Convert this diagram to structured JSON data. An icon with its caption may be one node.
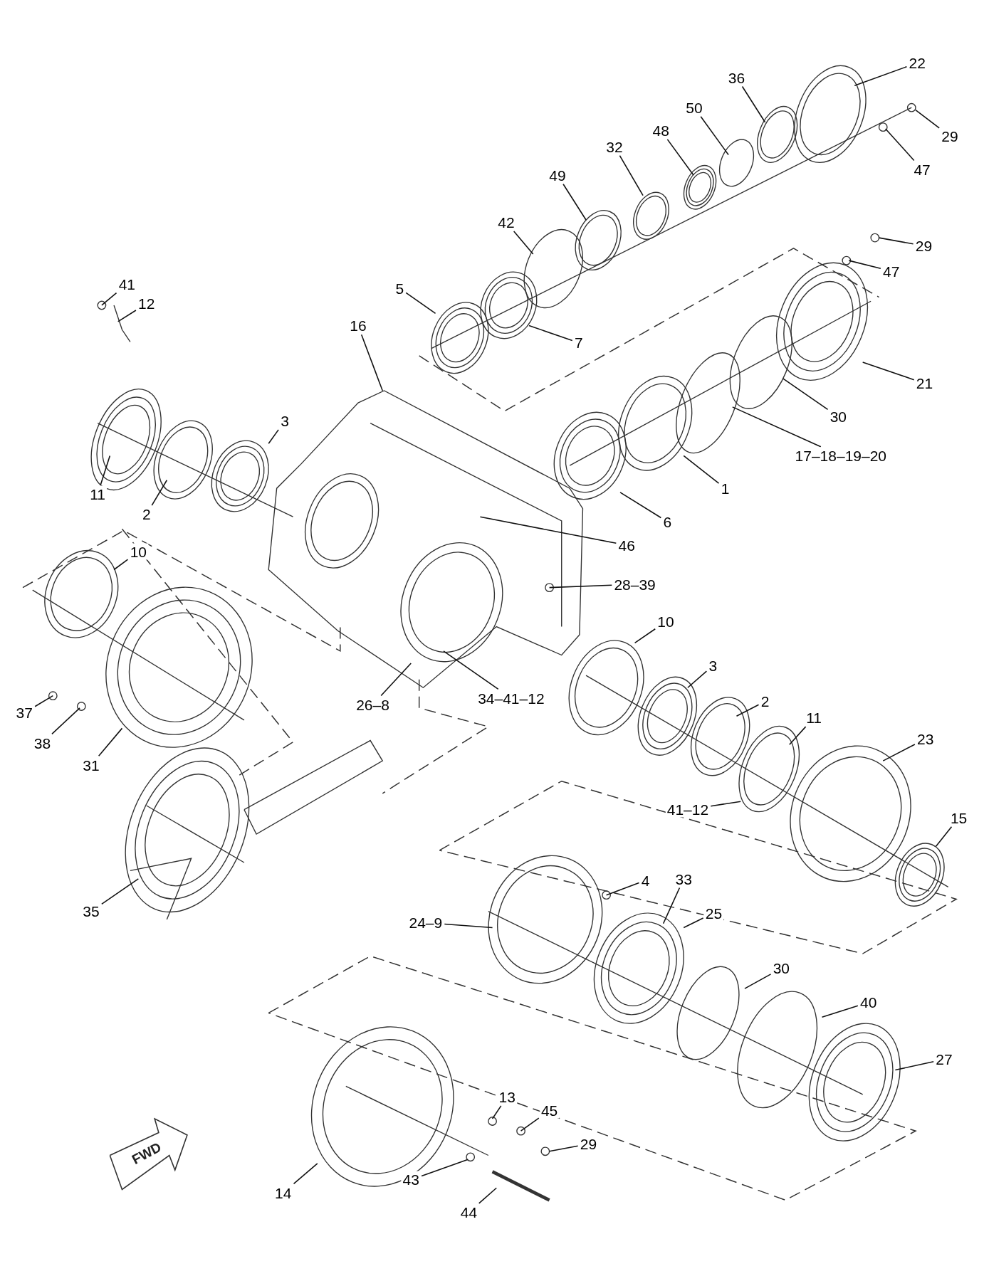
{
  "diagram": {
    "nodes": [
      {
        "text": [
          "22"
        ]
      },
      {
        "text": [
          "36"
        ]
      },
      {
        "text": [
          "50"
        ]
      },
      {
        "text": [
          "48"
        ]
      },
      {
        "text": [
          "32"
        ]
      },
      {
        "text": [
          "49"
        ]
      },
      {
        "text": [
          "29"
        ]
      },
      {
        "text": [
          "47"
        ]
      },
      {
        "text": [
          "42"
        ]
      },
      {
        "text": [
          "29"
        ]
      },
      {
        "text": [
          "47"
        ]
      },
      {
        "text": [
          "41"
        ]
      },
      {
        "text": [
          "12"
        ]
      },
      {
        "text": [
          "5"
        ]
      },
      {
        "text": [
          "16"
        ]
      },
      {
        "text": [
          "7"
        ]
      },
      {
        "text": [
          "21"
        ]
      },
      {
        "text": [
          "30"
        ]
      },
      {
        "text": [
          "3"
        ]
      },
      {
        "text": [
          "17–18–19–20"
        ]
      },
      {
        "text": [
          "11"
        ]
      },
      {
        "text": [
          "2"
        ]
      },
      {
        "text": [
          "1"
        ]
      },
      {
        "text": [
          "6"
        ]
      },
      {
        "text": [
          "46"
        ]
      },
      {
        "text": [
          "28–39"
        ]
      },
      {
        "text": [
          "10"
        ]
      },
      {
        "text": [
          "10"
        ]
      },
      {
        "text": [
          "3"
        ]
      },
      {
        "text": [
          "37"
        ]
      },
      {
        "text": [
          "26–8"
        ]
      },
      {
        "text": [
          "34–41–12"
        ]
      },
      {
        "text": [
          "2"
        ]
      },
      {
        "text": [
          "11"
        ]
      },
      {
        "text": [
          "23"
        ]
      },
      {
        "text": [
          "38"
        ]
      },
      {
        "text": [
          "31"
        ]
      },
      {
        "text": [
          "41–12"
        ]
      },
      {
        "text": [
          "15"
        ]
      },
      {
        "text": [
          "4"
        ]
      },
      {
        "text": [
          "33"
        ]
      },
      {
        "text": [
          "25"
        ]
      },
      {
        "text": [
          "35"
        ]
      },
      {
        "text": [
          "24–9"
        ]
      },
      {
        "text": [
          "30"
        ]
      },
      {
        "text": [
          "40"
        ]
      },
      {
        "text": [
          "27"
        ]
      },
      {
        "text": [
          "13"
        ]
      },
      {
        "text": [
          "45"
        ]
      },
      {
        "text": [
          "29"
        ]
      },
      {
        "text": [
          "43"
        ]
      },
      {
        "text": [
          "14"
        ]
      },
      {
        "text": [
          "44"
        ]
      }
    ],
    "edges": [
      {
        "from": 0,
        "to": null,
        "arrow": "none"
      },
      {
        "from": 1,
        "to": null,
        "arrow": "none"
      },
      {
        "from": 2,
        "to": null,
        "arrow": "none"
      },
      {
        "from": 3,
        "to": null,
        "arrow": "none"
      },
      {
        "from": 4,
        "to": null,
        "arrow": "none"
      },
      {
        "from": 5,
        "to": null,
        "arrow": "none"
      },
      {
        "from": 6,
        "to": null,
        "arrow": "none"
      },
      {
        "from": 7,
        "to": null,
        "arrow": "none"
      },
      {
        "from": 8,
        "to": null,
        "arrow": "none"
      },
      {
        "from": 9,
        "to": null,
        "arrow": "none"
      },
      {
        "from": 10,
        "to": null,
        "arrow": "none"
      },
      {
        "from": 11,
        "to": null,
        "arrow": "none"
      },
      {
        "from": 12,
        "to": null,
        "arrow": "none"
      },
      {
        "from": 13,
        "to": null,
        "arrow": "none"
      },
      {
        "from": 14,
        "to": null,
        "arrow": "none"
      },
      {
        "from": 15,
        "to": null,
        "arrow": "none"
      },
      {
        "from": 16,
        "to": null,
        "arrow": "none"
      },
      {
        "from": 17,
        "to": null,
        "arrow": "none"
      },
      {
        "from": 18,
        "to": null,
        "arrow": "none"
      },
      {
        "from": 19,
        "to": null,
        "arrow": "none"
      },
      {
        "from": 20,
        "to": null,
        "arrow": "none"
      },
      {
        "from": 21,
        "to": null,
        "arrow": "none"
      },
      {
        "from": 22,
        "to": null,
        "arrow": "none"
      },
      {
        "from": 23,
        "to": null,
        "arrow": "none"
      },
      {
        "from": 24,
        "to": null,
        "arrow": "none"
      },
      {
        "from": 25,
        "to": null,
        "arrow": "none"
      },
      {
        "from": 26,
        "to": null,
        "arrow": "none"
      },
      {
        "from": 27,
        "to": null,
        "arrow": "none"
      },
      {
        "from": 28,
        "to": null,
        "arrow": "none"
      },
      {
        "from": 29,
        "to": null,
        "arrow": "none"
      },
      {
        "from": 30,
        "to": null,
        "arrow": "none"
      },
      {
        "from": 31,
        "to": null,
        "arrow": "none"
      },
      {
        "from": 32,
        "to": null,
        "arrow": "none"
      },
      {
        "from": 33,
        "to": null,
        "arrow": "none"
      },
      {
        "from": 34,
        "to": null,
        "arrow": "none"
      },
      {
        "from": 35,
        "to": null,
        "arrow": "none"
      },
      {
        "from": 36,
        "to": null,
        "arrow": "none"
      },
      {
        "from": 37,
        "to": null,
        "arrow": "none"
      },
      {
        "from": 38,
        "to": null,
        "arrow": "none"
      },
      {
        "from": 39,
        "to": null,
        "arrow": "none"
      },
      {
        "from": 40,
        "to": null,
        "arrow": "none"
      },
      {
        "from": 41,
        "to": null,
        "arrow": "none"
      },
      {
        "from": 42,
        "to": null,
        "arrow": "none"
      },
      {
        "from": 43,
        "to": null,
        "arrow": "none"
      },
      {
        "from": 44,
        "to": null,
        "arrow": "none"
      },
      {
        "from": 45,
        "to": null,
        "arrow": "none"
      },
      {
        "from": 46,
        "to": null,
        "arrow": "none"
      },
      {
        "from": 47,
        "to": null,
        "arrow": "none"
      },
      {
        "from": 48,
        "to": null,
        "arrow": "none"
      },
      {
        "from": 49,
        "to": null,
        "arrow": "none"
      },
      {
        "from": 50,
        "to": null,
        "arrow": "none"
      },
      {
        "from": 51,
        "to": null,
        "arrow": "none"
      },
      {
        "from": 52,
        "to": null,
        "arrow": "none"
      }
    ],
    "labels": [
      "FWD"
    ]
  }
}
